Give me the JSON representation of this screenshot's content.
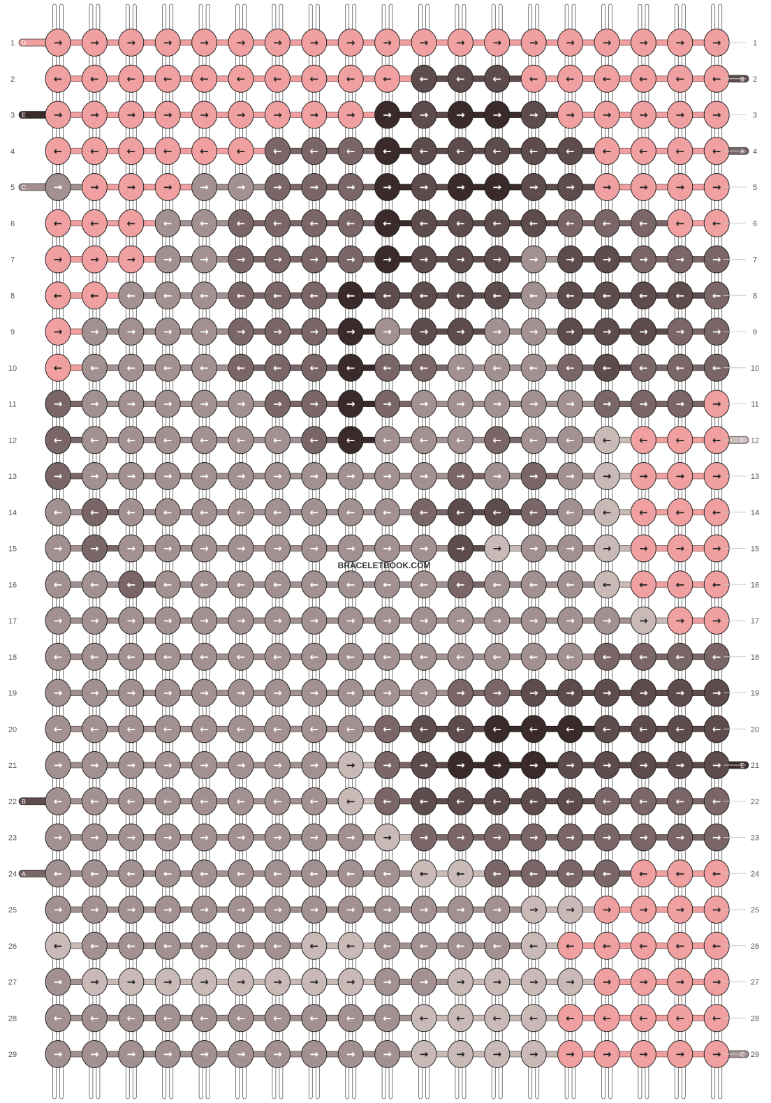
{
  "watermark": "BRACELETBOOK.COM",
  "colors": {
    "A": "#7a6666",
    "B": "#5e4b4b",
    "C": "#a39090",
    "D": "#f0a0a0",
    "E": "#3a2a2a",
    "F": "#c9bab8"
  },
  "row_numbers": [
    "1",
    "2",
    "3",
    "4",
    "5",
    "6",
    "7",
    "8",
    "9",
    "10",
    "11",
    "12",
    "13",
    "14",
    "15",
    "16",
    "17",
    "18",
    "19",
    "20",
    "21",
    "22",
    "23",
    "24",
    "25",
    "26",
    "27",
    "28",
    "29"
  ],
  "left_thread_tags": [
    {
      "row": 1,
      "label": "D"
    },
    {
      "row": 3,
      "label": "E"
    },
    {
      "row": 5,
      "label": "C"
    },
    {
      "row": 22,
      "label": "B"
    },
    {
      "row": 24,
      "label": "A"
    }
  ],
  "right_thread_tags": [
    {
      "row": 2,
      "label": "B"
    },
    {
      "row": 4,
      "label": "A"
    },
    {
      "row": 12,
      "label": "F"
    },
    {
      "row": 21,
      "label": "E"
    },
    {
      "row": 29,
      "label": "C"
    }
  ],
  "knot_rows": [
    "DDDDDDDDDDDDDDDDDDD",
    "DDDDDDDDDDBBBDDDDDD",
    "DDDDDDDDDEBEEBDDDDD",
    "DDDDDDAAAEBBBBBDDDD",
    "CDDDCCAAAEBEEBBDDDD",
    "DDDCCAAAAEBBBBAAADD",
    "DDDCCAAAAEBBBCBBAAA",
    "DDCCCAAAEBBBBCBBBBA",
    "DCCCCAAAECBBCCBBBAA",
    "DCCCCAAAEAACCCABAAA",
    "ACCCCCAAEACCCCCAAAD",
    "ACCCCCCAECCCACCFDDD",
    "ACCCCCCCCCCACACFDDD",
    "CACCCCCCCCABBACFDDD",
    "CACCCCCCCCCBFCCFDDD",
    "CCACCCCCCCCACCCFDDD",
    "CCCCCCCCCCCCCCCCFDD",
    "CCCCCCCCCCCCCCCAAAA",
    "CCCCCCCCCCCAABBBBBB",
    "CCCCCCCCCABBEEEBBBB",
    "CCCCCCCCFABEEEBBBBB",
    "CCCCCCCCFABBBBBAAAA",
    "CCCCCCCCCFAAAAAAAAA",
    "CCCCCCCCCCFFAAAADDD",
    "CCCCCCCCCCCCCFFDDDD",
    "FCCCCCCFFCCCCFDDDDD",
    "CFFFFFFFFCCFFFFDDDD",
    "CCCCCCCCCCFFFFDDDDD",
    "CCCCCCCCCCFFFFDDDDD"
  ]
}
